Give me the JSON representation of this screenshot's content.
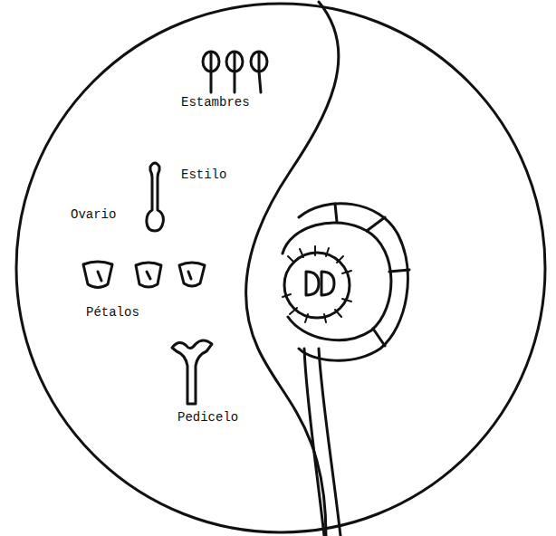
{
  "diagram": {
    "labels": [
      "Estambres",
      "Estilo",
      "Ovario",
      "Pétalos",
      "Pedicelo"
    ]
  }
}
